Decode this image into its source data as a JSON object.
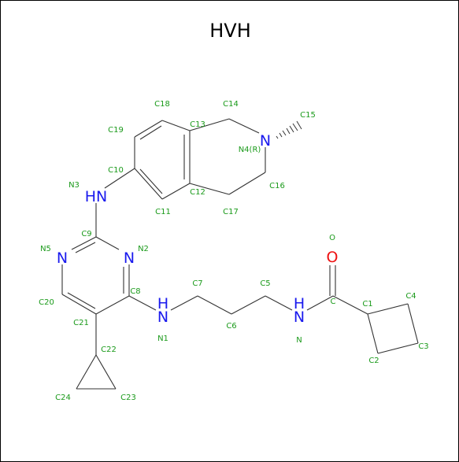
{
  "title": "HVH",
  "colors": {
    "carbon_label": "#1a9a1a",
    "nitrogen": "#1a1aee",
    "oxygen": "#ee1111",
    "bond": "#333333"
  },
  "heteroatoms": [
    {
      "id": "n4",
      "symbol": "N",
      "element": "nitrogen"
    },
    {
      "id": "n3",
      "symbol": "HN",
      "element": "nitrogen"
    },
    {
      "id": "n5",
      "symbol": "N",
      "element": "nitrogen"
    },
    {
      "id": "n2",
      "symbol": "N",
      "element": "nitrogen"
    },
    {
      "id": "n1",
      "symbol": "H\nN",
      "element": "nitrogen"
    },
    {
      "id": "n",
      "symbol": "H\nN",
      "element": "nitrogen"
    },
    {
      "id": "o",
      "symbol": "O",
      "element": "oxygen"
    }
  ],
  "atom_labels": [
    "C18",
    "C14",
    "C15",
    "C19",
    "C13",
    "N4(R)",
    "N3",
    "C10",
    "C12",
    "C16",
    "C11",
    "C17",
    "C9",
    "N5",
    "N2",
    "O",
    "C7",
    "C5",
    "C8",
    "C20",
    "C",
    "C1",
    "C4",
    "C21",
    "C6",
    "N1",
    "N",
    "C3",
    "C22",
    "C2",
    "C24",
    "C23"
  ]
}
